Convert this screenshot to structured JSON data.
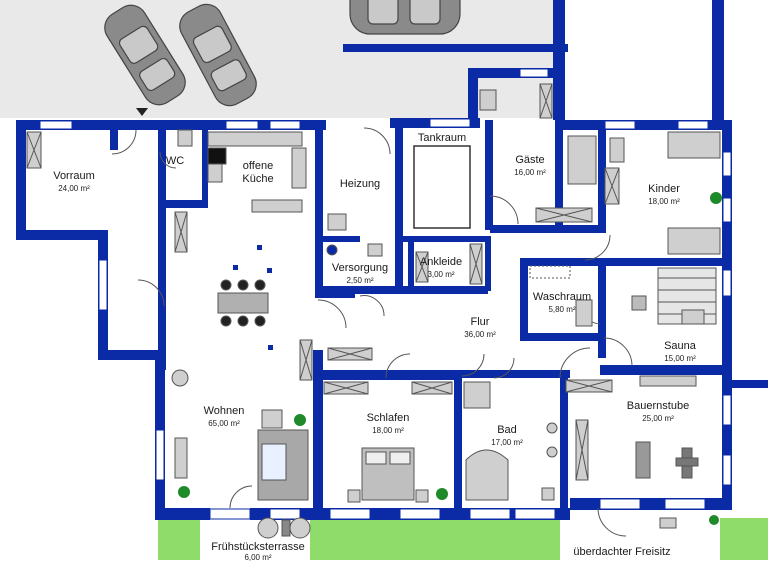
{
  "plan": {
    "colors": {
      "wall": "#0b2aa6",
      "lawn": "#8fdc6a",
      "driveway": "#e7e7e7",
      "furniture": "#9a9a9a"
    },
    "rooms": [
      {
        "id": "vorraum",
        "name": "Vorraum",
        "area": "24,00 m²"
      },
      {
        "id": "wc",
        "name": "WC",
        "area": ""
      },
      {
        "id": "kueche",
        "name": "offene\nKüche",
        "area": ""
      },
      {
        "id": "heizung",
        "name": "Heizung",
        "area": ""
      },
      {
        "id": "tankraum",
        "name": "Tankraum",
        "area": ""
      },
      {
        "id": "gaeste",
        "name": "Gäste",
        "area": "16,00 m²"
      },
      {
        "id": "kinder",
        "name": "Kinder",
        "area": "18,00 m²"
      },
      {
        "id": "versorgung",
        "name": "Versorgung",
        "area": "2,50 m²"
      },
      {
        "id": "ankleide",
        "name": "Ankleide",
        "area": "3,00 m²"
      },
      {
        "id": "waschraum",
        "name": "Waschraum",
        "area": "5,80 m²"
      },
      {
        "id": "flur",
        "name": "Flur",
        "area": "36,00 m²"
      },
      {
        "id": "sauna",
        "name": "Sauna",
        "area": "15,00 m²"
      },
      {
        "id": "wohnen",
        "name": "Wohnen",
        "area": "65,00 m²"
      },
      {
        "id": "schlafen",
        "name": "Schlafen",
        "area": "18,00 m²"
      },
      {
        "id": "bad",
        "name": "Bad",
        "area": "17,00 m²"
      },
      {
        "id": "bauernstube",
        "name": "Bauernstube",
        "area": "25,00 m²"
      },
      {
        "id": "fruehstueck",
        "name": "Frühstücksterrasse",
        "area": "6,00 m²"
      },
      {
        "id": "freisitz",
        "name": "überdachter Freisitz",
        "area": ""
      }
    ]
  }
}
